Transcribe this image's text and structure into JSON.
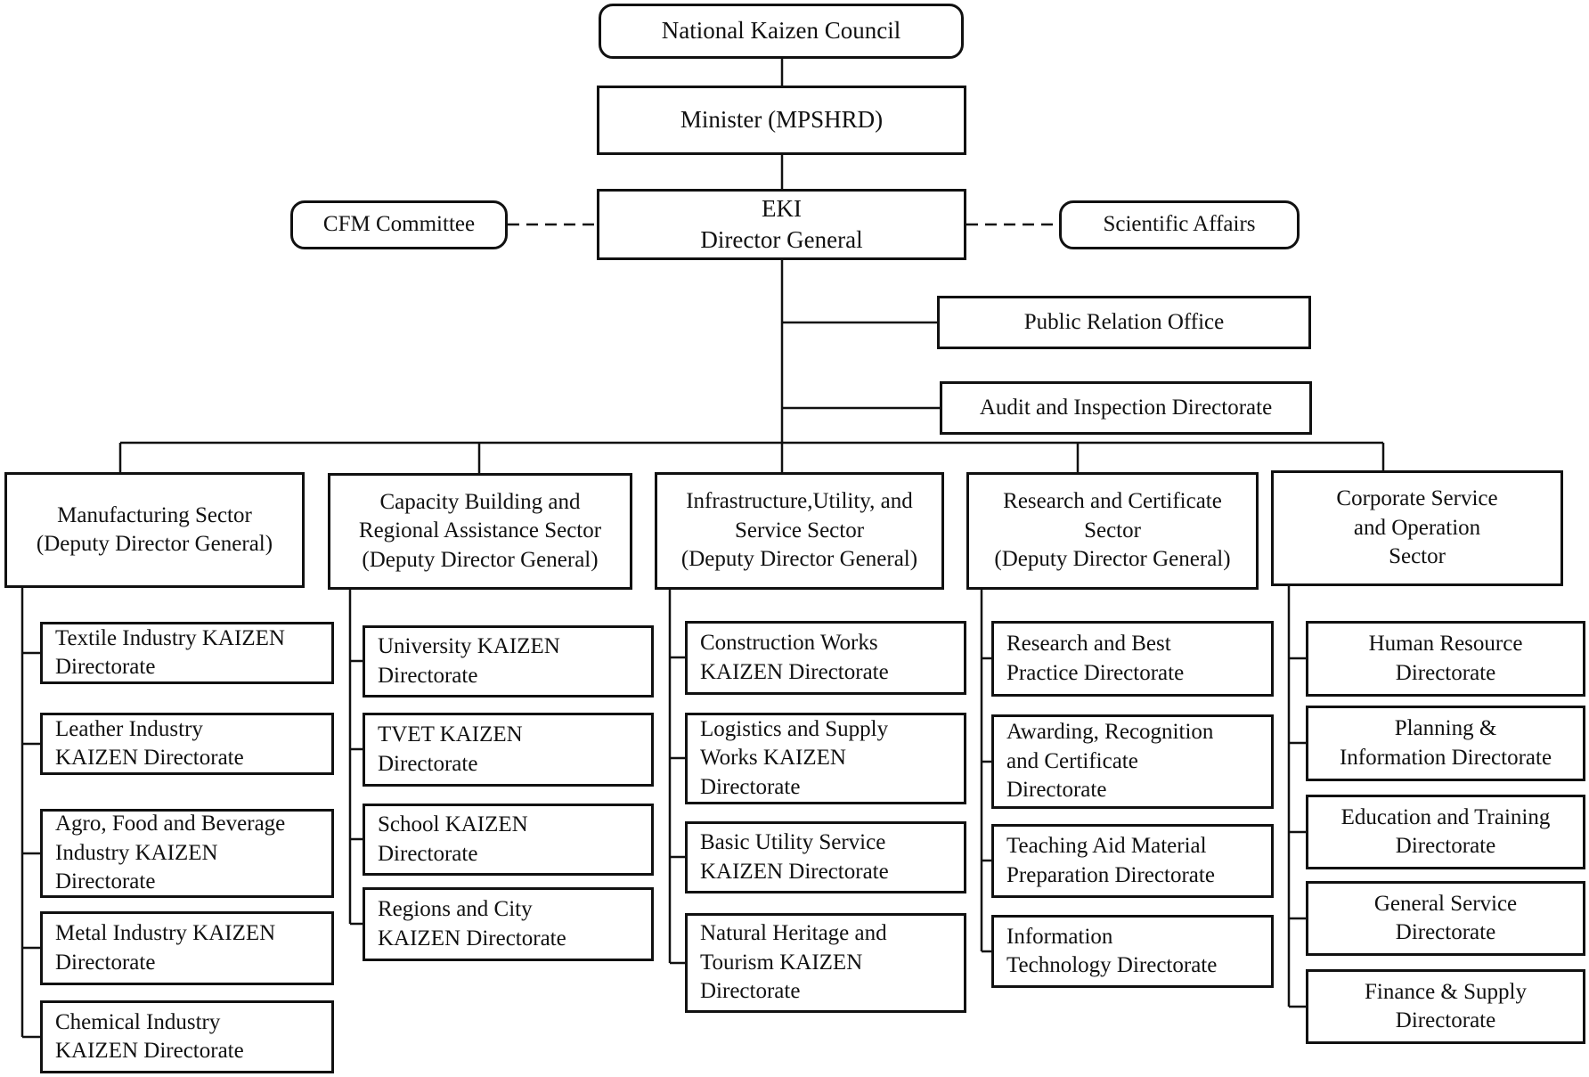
{
  "diagram": {
    "colors": {
      "ink": "#111111",
      "background": "#ffffff"
    },
    "top": {
      "national_council": "National Kaizen Council",
      "minister": "Minister (MPSHRD)",
      "eki_director_general": "EKI\nDirector General",
      "cfm_committee": "CFM Committee",
      "scientific_affairs": "Scientific Affairs",
      "public_relation_office": "Public Relation Office",
      "audit_inspection": "Audit and Inspection Directorate"
    },
    "sectors": [
      {
        "label": "Manufacturing Sector\n(Deputy Director General)",
        "children": [
          "Textile Industry KAIZEN\nDirectorate",
          "Leather Industry\nKAIZEN Directorate",
          "Agro, Food and Beverage\nIndustry KAIZEN\nDirectorate",
          "Metal Industry KAIZEN\nDirectorate",
          "Chemical Industry\nKAIZEN Directorate"
        ]
      },
      {
        "label": "Capacity Building and\nRegional Assistance Sector\n(Deputy Director General)",
        "children": [
          "University KAIZEN\nDirectorate",
          "TVET KAIZEN\nDirectorate",
          "School KAIZEN\nDirectorate",
          "Regions and City\nKAIZEN Directorate"
        ]
      },
      {
        "label": "Infrastructure,Utility, and\nService Sector\n(Deputy Director General)",
        "children": [
          "Construction Works\nKAIZEN Directorate",
          "Logistics and Supply\nWorks KAIZEN\nDirectorate",
          "Basic Utility Service\nKAIZEN Directorate",
          "Natural Heritage and\nTourism KAIZEN\nDirectorate"
        ]
      },
      {
        "label": "Research and Certificate\nSector\n(Deputy Director General)",
        "children": [
          "Research and Best\nPractice Directorate",
          "Awarding, Recognition\nand Certificate\nDirectorate",
          "Teaching Aid Material\nPreparation Directorate",
          "Information\nTechnology Directorate"
        ]
      },
      {
        "label": "Corporate Service\nand Operation\nSector",
        "children": [
          "Human Resource\nDirectorate",
          "Planning &\nInformation Directorate",
          "Education and Training\nDirectorate",
          "General Service\nDirectorate",
          "Finance & Supply\nDirectorate"
        ]
      }
    ]
  }
}
